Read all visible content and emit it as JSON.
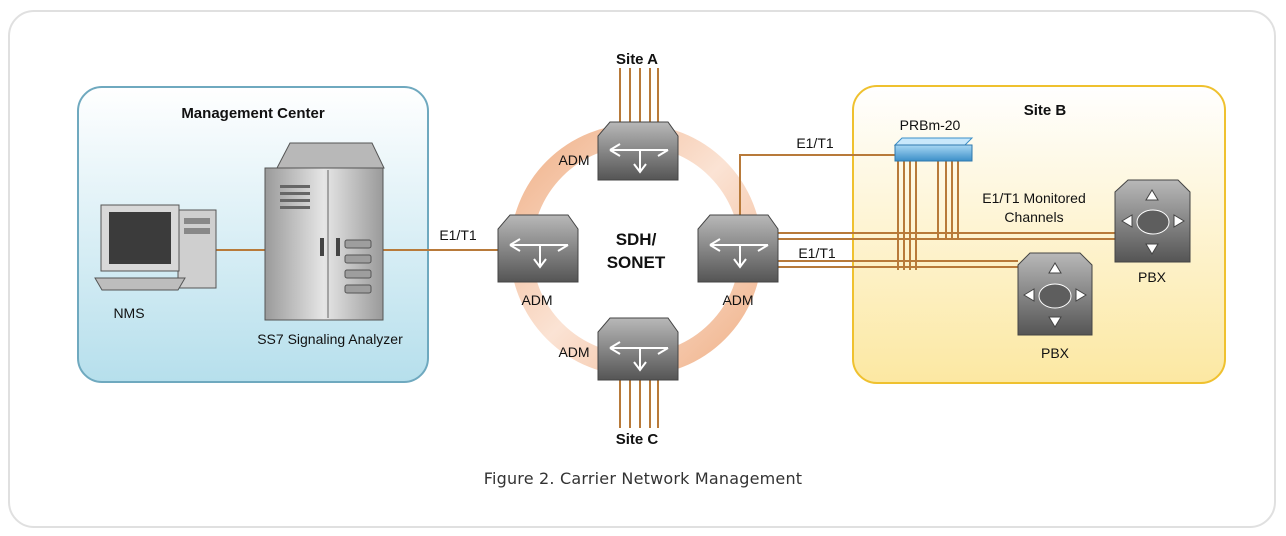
{
  "regions": {
    "management_center": "Management Center",
    "site_b": "Site B"
  },
  "sites": {
    "site_a": "Site A",
    "site_c": "Site C"
  },
  "ring": {
    "line1": "SDH/",
    "line2": "SONET"
  },
  "nodes": {
    "adm_top": "ADM",
    "adm_left": "ADM",
    "adm_right": "ADM",
    "adm_bottom": "ADM",
    "nms": "NMS",
    "ss7": "SS7 Signaling Analyzer",
    "prbm": "PRBm-20",
    "pbx_right": "PBX",
    "pbx_bottom": "PBX"
  },
  "links": {
    "analyzer_link": "E1/T1",
    "prbm_link": "E1/T1",
    "pbx_link": "E1/T1",
    "monitored_line1": "E1/T1 Monitored",
    "monitored_line2": "Channels"
  },
  "caption": "Figure 2.  Carrier Network Management",
  "colors": {
    "management_fill": "#bfe3ee",
    "management_border": "#6fa9bf",
    "site_b_fill": "#fdeeb0",
    "site_b_border": "#efc12f",
    "link": "#b87a3a",
    "device": "#7d7d7d",
    "prbm": "#5aa9dc"
  }
}
